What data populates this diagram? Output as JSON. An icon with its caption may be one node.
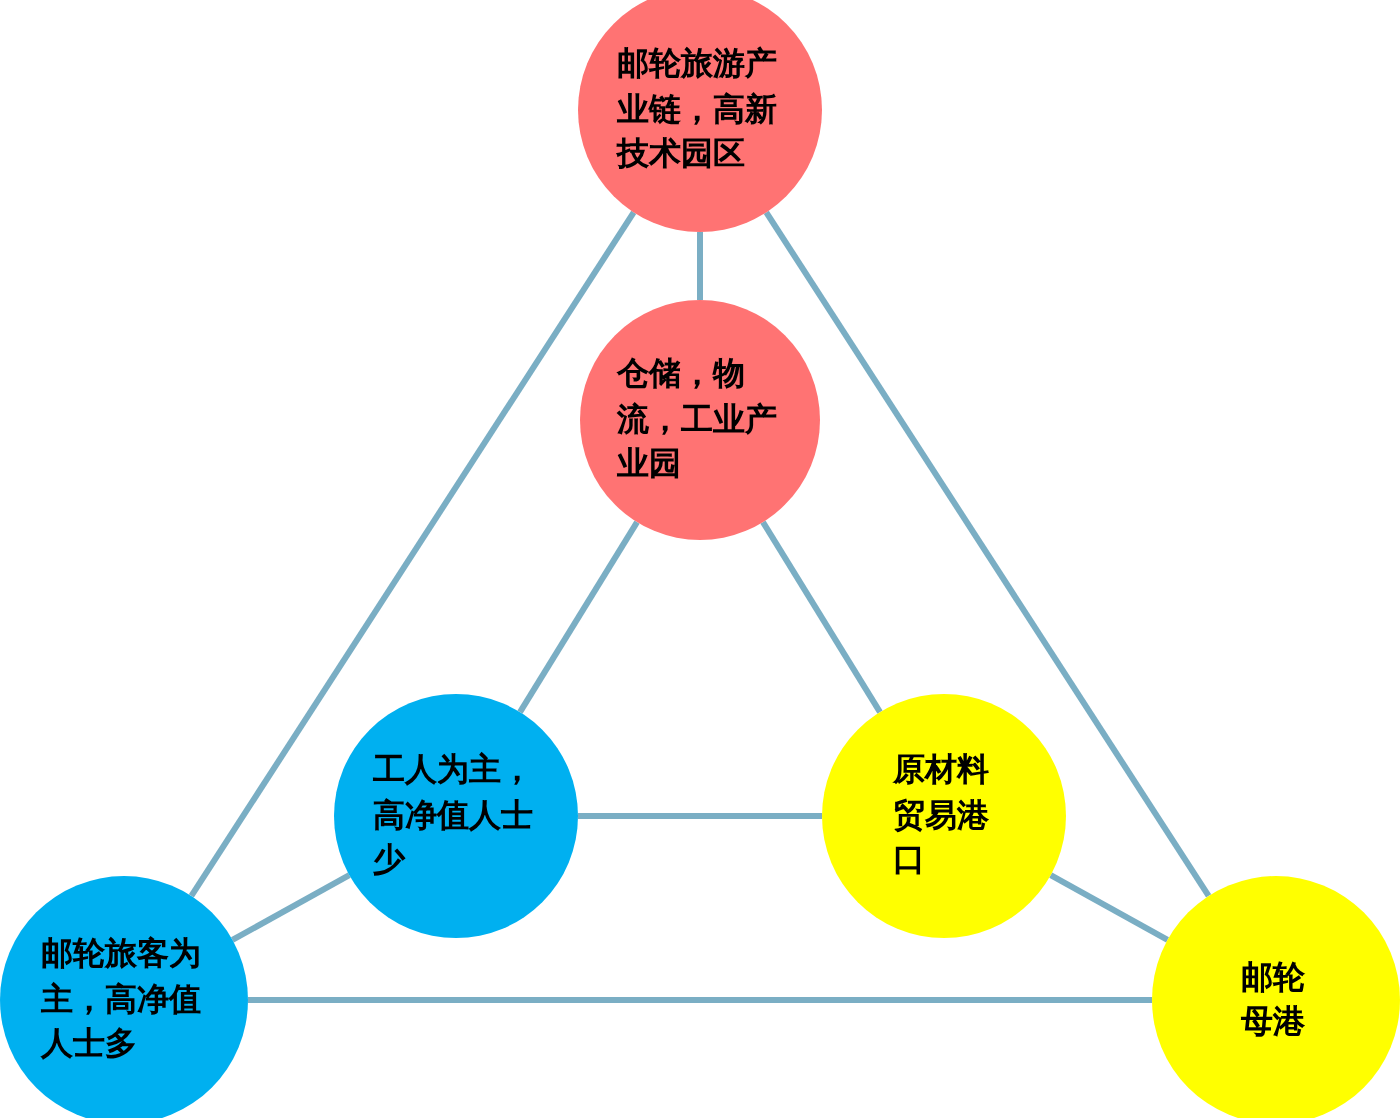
{
  "diagram": {
    "nodes": [
      {
        "text": [
          "邮轮旅游产业链，高新技术园区"
        ]
      },
      {
        "text": [
          "仓储，物流，工业产业园"
        ]
      },
      {
        "text": [
          "工人为主，高净值人士少"
        ]
      },
      {
        "text": [
          "原材料贸易港口"
        ]
      },
      {
        "text": [
          "邮轮旅客为主，高净值人士多"
        ]
      },
      {
        "text": [
          "邮轮母港"
        ]
      }
    ],
    "edges": [
      {
        "from": 0,
        "to": 1,
        "arrow": "none"
      },
      {
        "from": 0,
        "to": 4,
        "arrow": "none"
      },
      {
        "from": 0,
        "to": 5,
        "arrow": "none"
      },
      {
        "from": 1,
        "to": 2,
        "arrow": "none"
      },
      {
        "from": 1,
        "to": 3,
        "arrow": "none"
      },
      {
        "from": 2,
        "to": 3,
        "arrow": "none"
      },
      {
        "from": 2,
        "to": 4,
        "arrow": "none"
      },
      {
        "from": 3,
        "to": 5,
        "arrow": "none"
      },
      {
        "from": 4,
        "to": 5,
        "arrow": "none"
      }
    ]
  }
}
